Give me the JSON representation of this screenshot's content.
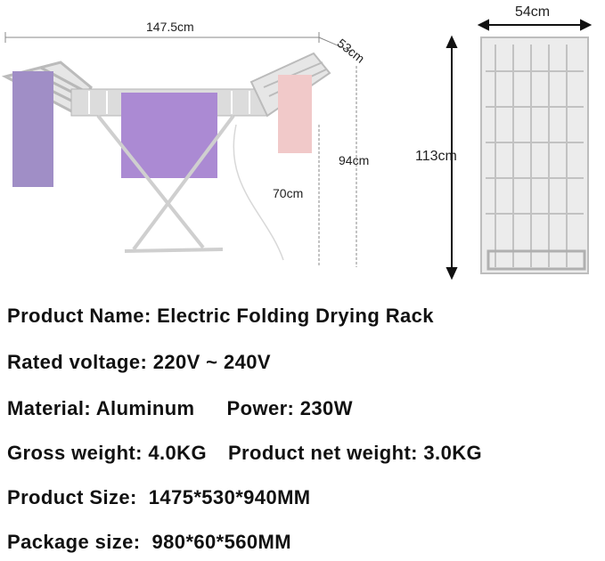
{
  "dimensions": {
    "total_width": "147.5cm",
    "wing_depth": "53cm",
    "total_height": "94cm",
    "middle_height": "70cm",
    "folded_width": "54cm",
    "folded_height": "113cm"
  },
  "specs": {
    "product_name": "Product Name: Electric Folding Drying Rack",
    "rated_voltage": "Rated voltage: 220V ~ 240V",
    "material": "Material: Aluminum",
    "power": "Power: 230W",
    "gross_weight": "Gross weight: 4.0KG",
    "net_weight": "Product net weight: 3.0KG",
    "product_size": "Product Size:  1475*530*940MM",
    "package_size": "Package size:  980*60*560MM"
  }
}
